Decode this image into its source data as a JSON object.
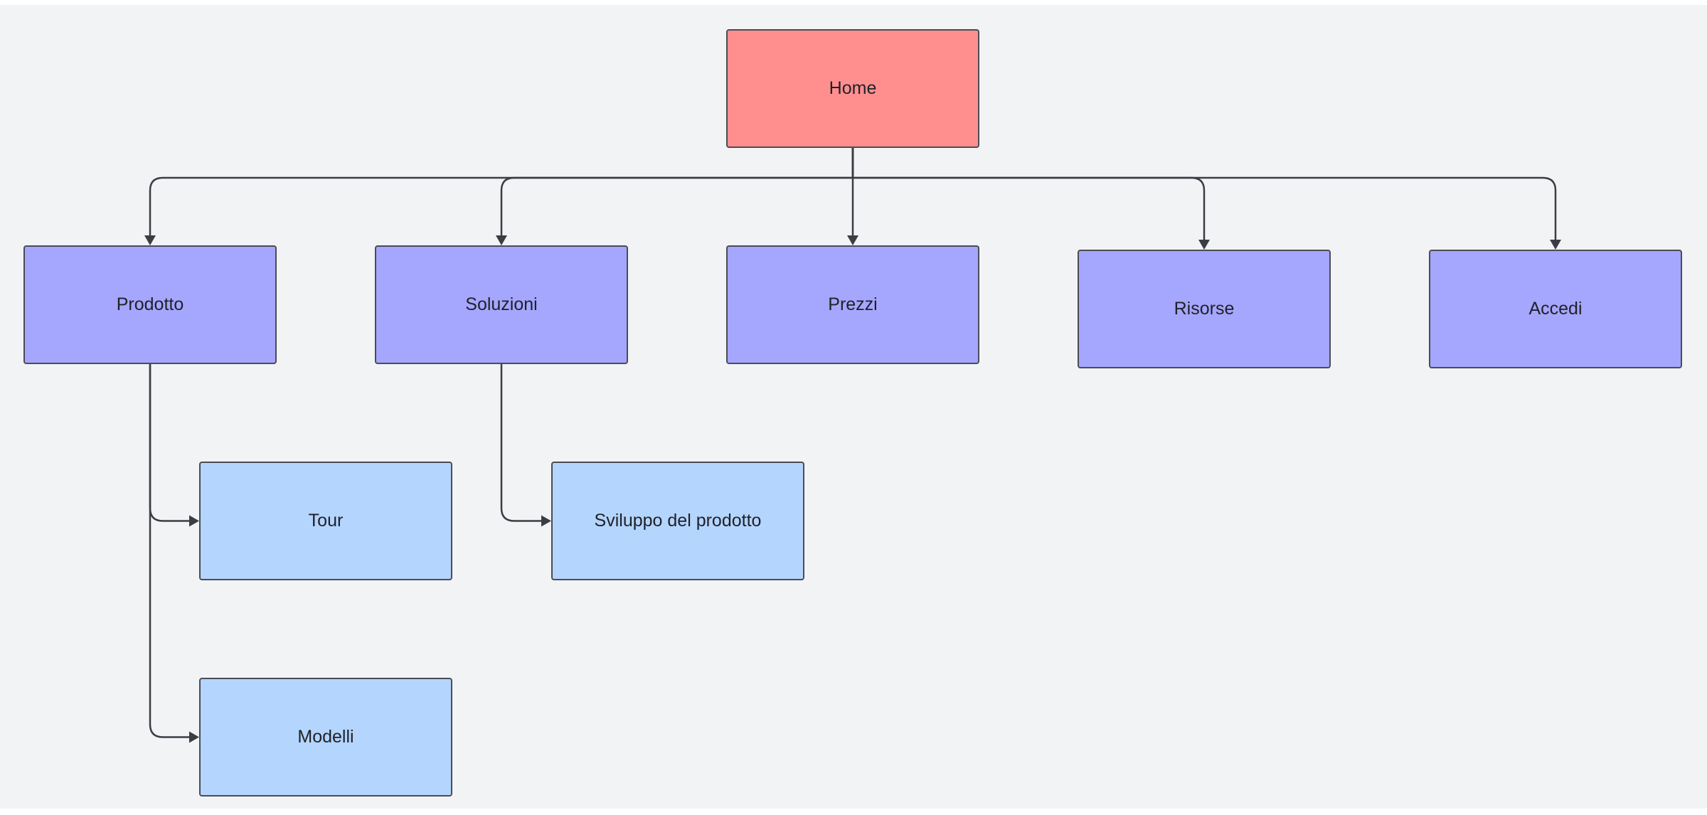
{
  "diagram": {
    "nodes": [
      {
        "id": "home",
        "label": "Home",
        "level": "root"
      },
      {
        "id": "prodotto",
        "label": "Prodotto",
        "level": "section"
      },
      {
        "id": "soluzioni",
        "label": "Soluzioni",
        "level": "section"
      },
      {
        "id": "prezzi",
        "label": "Prezzi",
        "level": "section"
      },
      {
        "id": "risorse",
        "label": "Risorse",
        "level": "section"
      },
      {
        "id": "accedi",
        "label": "Accedi",
        "level": "section"
      },
      {
        "id": "tour",
        "label": "Tour",
        "level": "subpage"
      },
      {
        "id": "sviluppo",
        "label": "Sviluppo del prodotto",
        "level": "subpage"
      },
      {
        "id": "modelli",
        "label": "Modelli",
        "level": "subpage"
      }
    ],
    "edges": [
      {
        "from": "home",
        "to": "prodotto"
      },
      {
        "from": "home",
        "to": "soluzioni"
      },
      {
        "from": "home",
        "to": "prezzi"
      },
      {
        "from": "home",
        "to": "risorse"
      },
      {
        "from": "home",
        "to": "accedi"
      },
      {
        "from": "prodotto",
        "to": "tour"
      },
      {
        "from": "prodotto",
        "to": "modelli"
      },
      {
        "from": "soluzioni",
        "to": "sviluppo"
      }
    ],
    "colors": {
      "root": "#ff8f8f",
      "section": "#a5a6fd",
      "subpage": "#b4d5fd",
      "border": "#4a4c55",
      "connector": "#3b3d44",
      "background": "#f1f3f5"
    }
  }
}
